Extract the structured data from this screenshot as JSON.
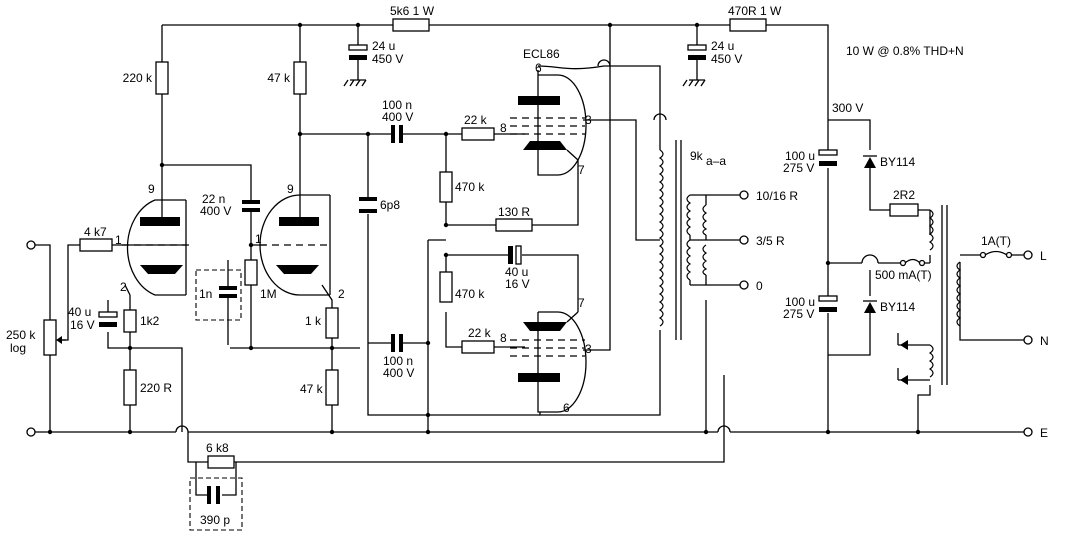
{
  "title_note": "10 W @ 0.8% THD+N",
  "tube_name": "ECL86",
  "labels": {
    "r_5k6": "5k6 1 W",
    "r_470r": "470R 1 W",
    "c_24u_a_top": "24 u",
    "c_24u_a_bot": "450 V",
    "c_24u_b_top": "24 u",
    "c_24u_b_bot": "450 V",
    "r_220k": "220 k",
    "r_47k_top": "47 k",
    "c_100n_top_a": "100 n",
    "c_100n_top_b": "400 V",
    "r_22k_top": "22 k",
    "r_470k_top": "470 k",
    "r_130r": "130 R",
    "c_40u_mid_a": "40 u",
    "c_40u_mid_b": "16 V",
    "r_470k_bot": "470 k",
    "r_22k_bot": "22 k",
    "c_100n_bot_a": "100 n",
    "c_100n_bot_b": "400 V",
    "c_6p8": "6p8",
    "c_22n_a": "22 n",
    "c_22n_b": "400 V",
    "r_4k7": "4 k7",
    "pot_a": "250 k",
    "pot_b": "log",
    "c_40u_left_a": "40 u",
    "c_40u_left_b": "16 V",
    "r_1k2": "1k2",
    "r_220r": "220 R",
    "c_1n": "1n",
    "r_1m": "1M",
    "r_1k": "1 k",
    "r_47k_bot": "47 k",
    "r_6k8": "6 k8",
    "c_390p": "390 p",
    "xfmr": "9k",
    "xfmr_sub": "a–a",
    "tap_10_16": "10/16 R",
    "tap_3_5": "3/5 R",
    "tap_0": "0",
    "v_300": "300 V",
    "c_100u_top_a": "100 u",
    "c_100u_top_b": "275 V",
    "c_100u_bot_a": "100 u",
    "c_100u_bot_b": "275 V",
    "d_top": "BY114",
    "d_bot": "BY114",
    "r_2r2": "2R2",
    "fuse_500": "500 mA(T)",
    "fuse_1a": "1A(T)",
    "term_l": "L",
    "term_n": "N",
    "term_e": "E",
    "pin_9a": "9",
    "pin_1a": "1",
    "pin_2a": "2",
    "pin_9b": "9",
    "pin_1b": "1",
    "pin_2b": "2",
    "pin_6a": "6",
    "pin_8a": "8",
    "pin_3a": "3",
    "pin_7a": "7",
    "pin_7b": "7",
    "pin_8b": "8",
    "pin_3b": "3",
    "pin_6b": "6"
  }
}
